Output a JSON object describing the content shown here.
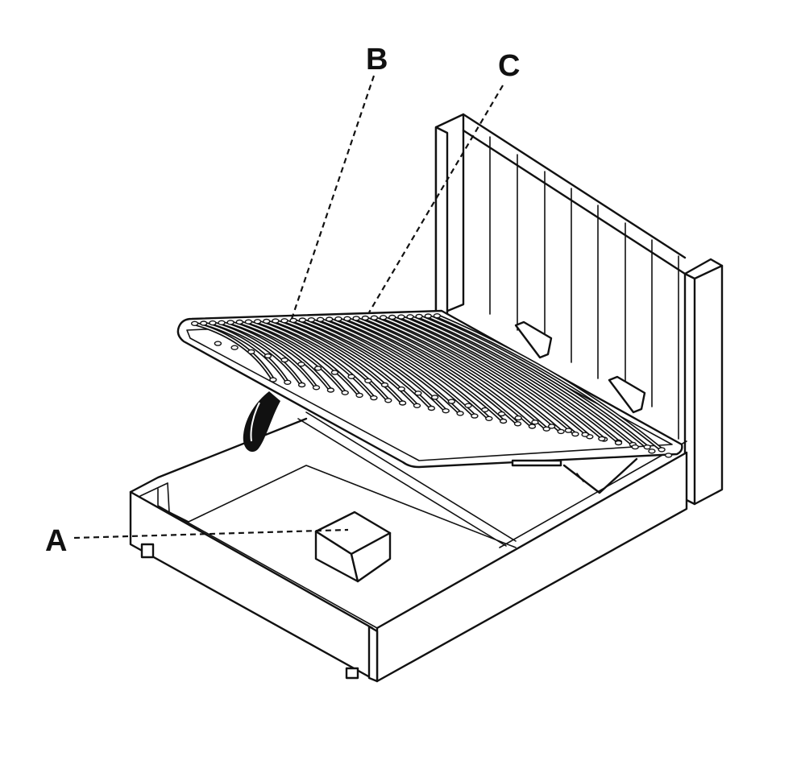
{
  "diagram": {
    "callouts": [
      {
        "id": "A",
        "text": "A"
      },
      {
        "id": "B",
        "text": "B"
      },
      {
        "id": "C",
        "text": "C"
      }
    ],
    "colors": {
      "ink": "#111111",
      "paper": "#ffffff"
    }
  }
}
